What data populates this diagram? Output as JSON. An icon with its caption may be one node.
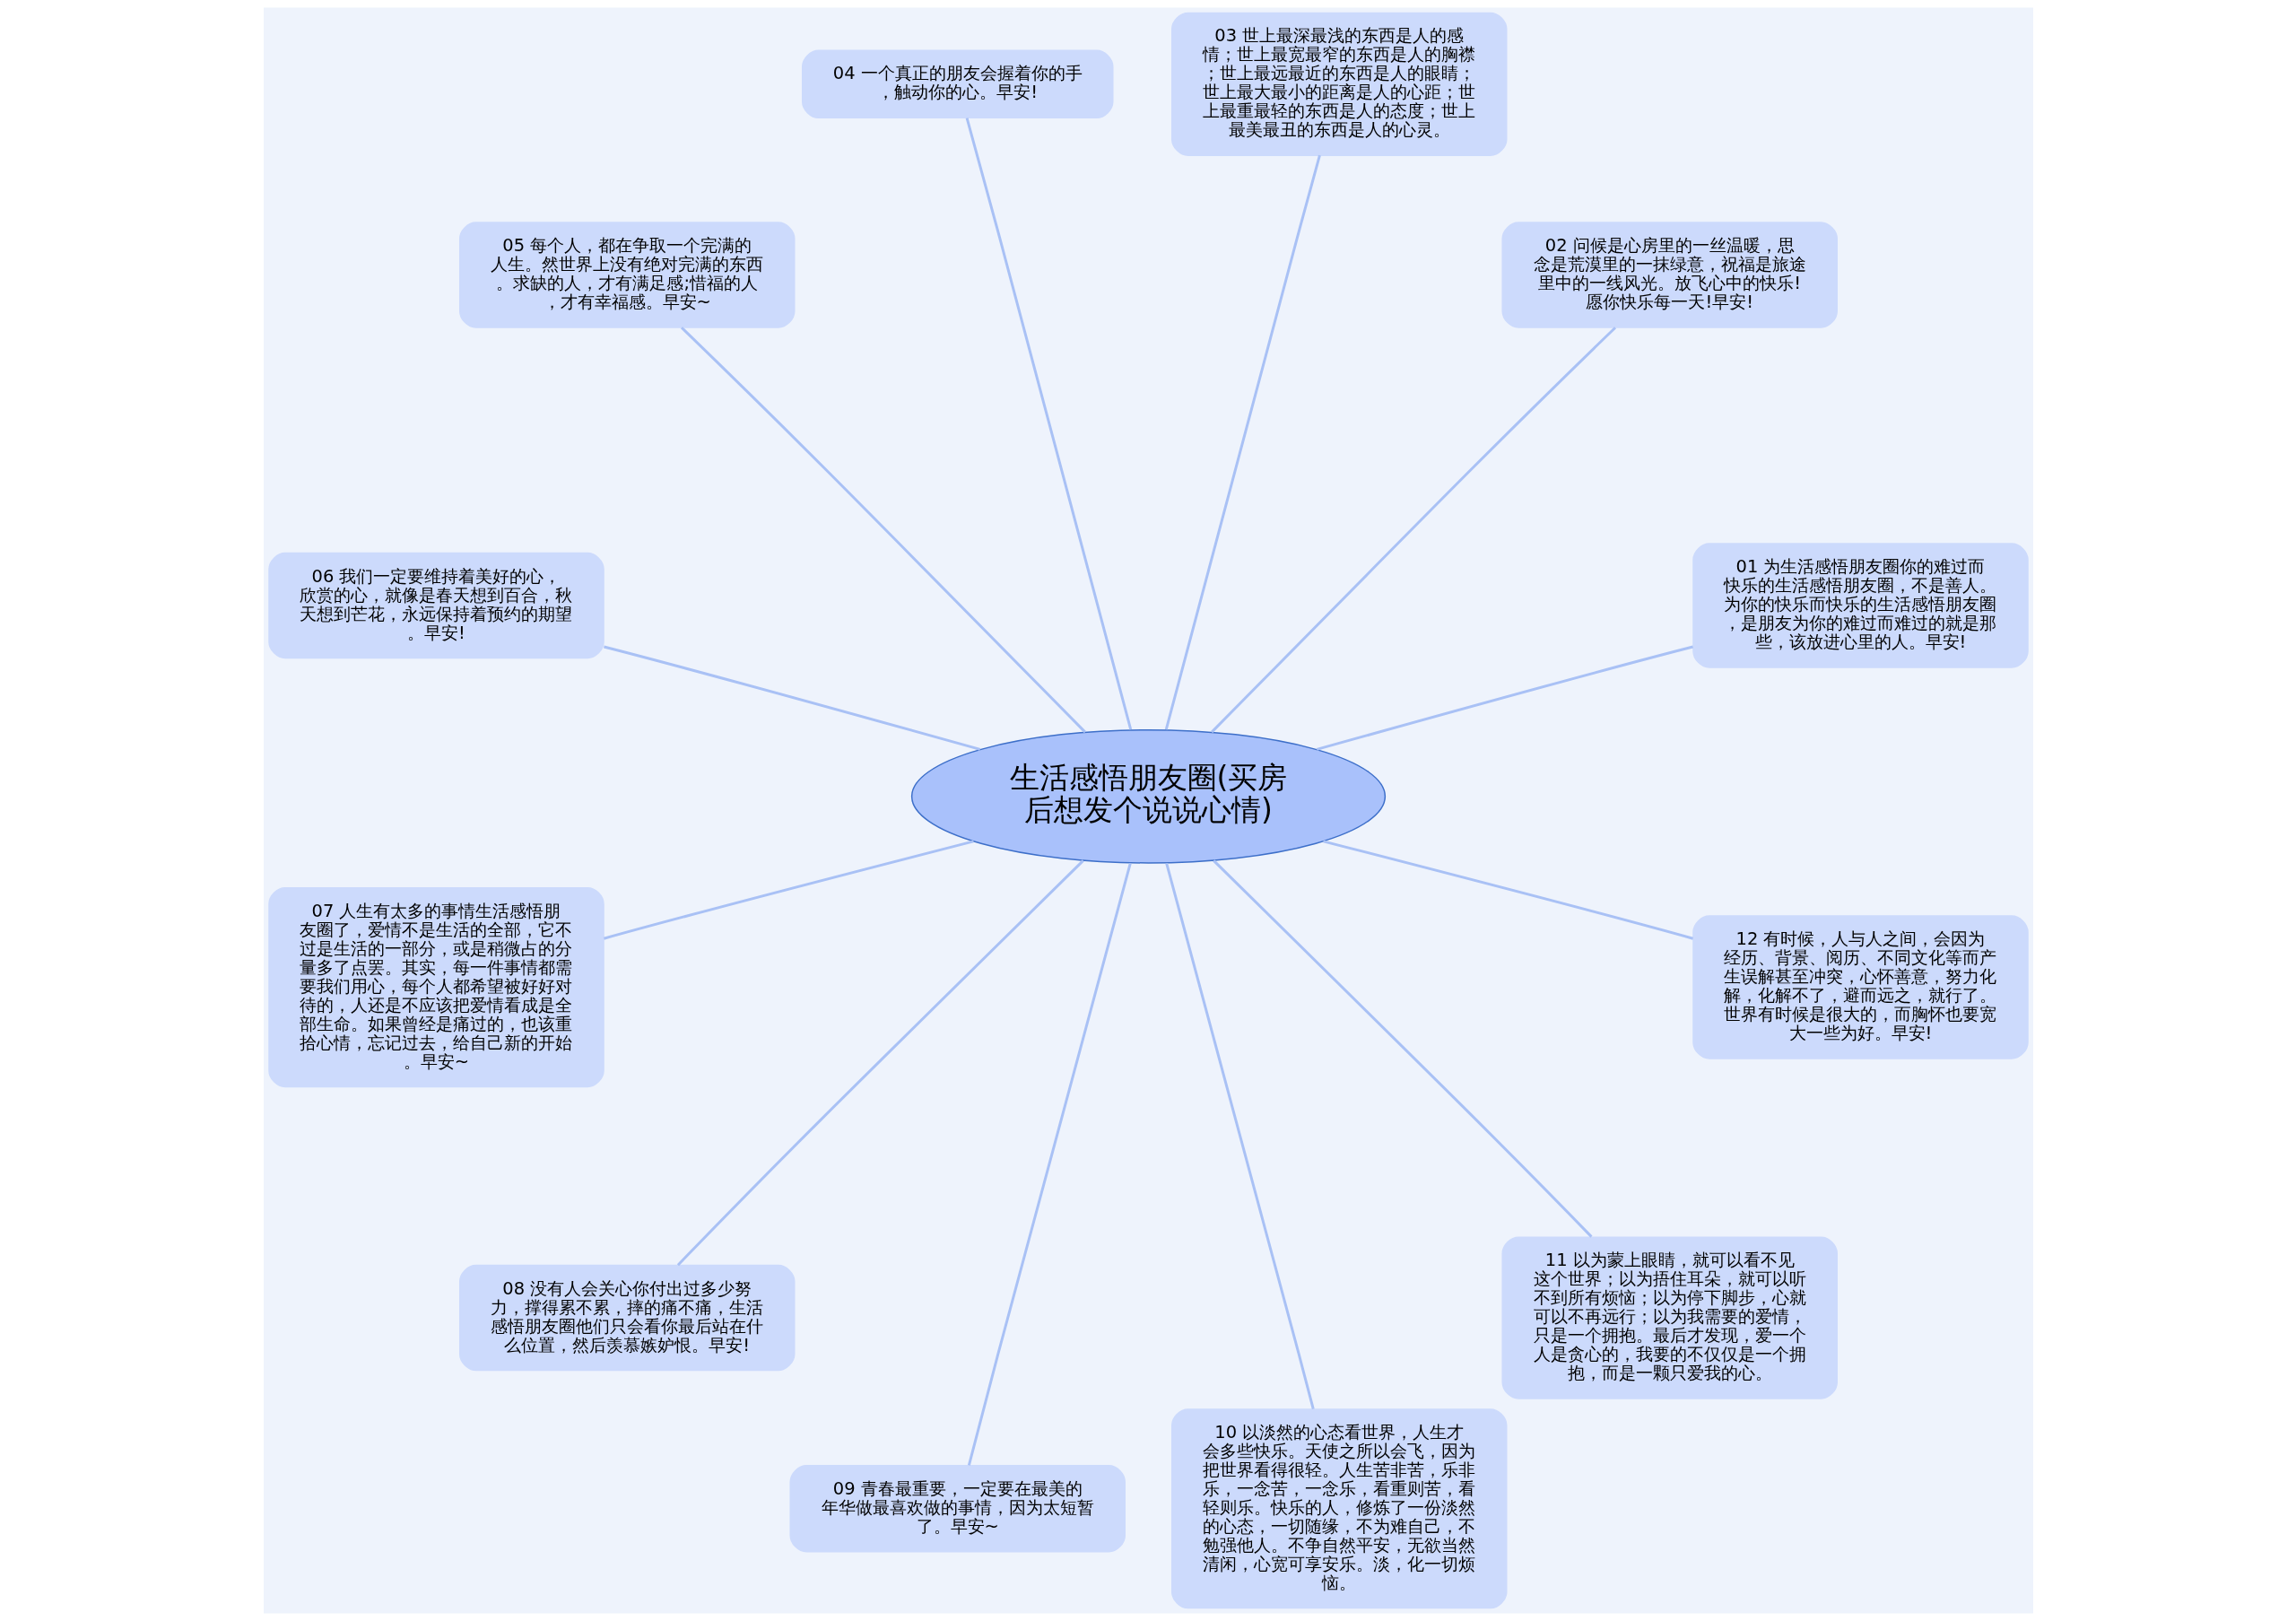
{
  "diagram": {
    "nodes": [
      {
        "text": [
          "生活感悟朋友圈(买房后想发个说说心情)"
        ]
      },
      {
        "text": [
          "01 为生活感悟朋友圈你的难过而快乐的生活感悟朋友圈，不是善人。为你的快乐而快乐的生活感悟朋友圈，是朋友为你的难过而难过的就是那些，该放进心里的人。早安!"
        ]
      },
      {
        "text": [
          "02 问候是心房里的一丝温暖，思念是荒漠里的一抹绿意，祝福是旅途里中的一线风光。放飞心中的快乐!愿你快乐每一天!早安!"
        ]
      },
      {
        "text": [
          "03 世上最深最浅的东西是人的感情；世上最宽最窄的东西是人的胸襟；世上最远最近的东西是人的眼睛；世上最大最小的距离是人的心距；世上最重最轻的东西是人的态度；世上最美最丑的东西是人的心灵。"
        ]
      },
      {
        "text": [
          "04 一个真正的朋友会握着你的手，触动你的心。早安!"
        ]
      },
      {
        "text": [
          "05 每个人，都在争取一个完满的人生。然世界上没有绝对完满的东西。求缺的人，才有满足感;惜福的人，才有幸福感。早安~"
        ]
      },
      {
        "text": [
          "06 我们一定要维持着美好的心，欣赏的心，就像是春天想到百合，秋天想到芒花，永远保持着预约的期望。早安!"
        ]
      },
      {
        "text": [
          "07 人生有太多的事情生活感悟朋友圈了，爱情不是生活的全部，它不过是生活的一部分，或是稍微占的分量多了点罢。其实，每一件事情都需要我们用心，每个人都希望被好好对待的，人还是不应该把爱情看成是全部生命。如果曾经是痛过的，也该重拾心情，忘记过去，给自己新的开始。早安~"
        ]
      },
      {
        "text": [
          "08 没有人会关心你付出过多少努力，撑得累不累，摔的痛不痛，生活感悟朋友圈他们只会看你最后站在什么位置，然后羡慕嫉妒恨。早安!"
        ]
      },
      {
        "text": [
          "09 青春最重要，一定要在最美的年华做最喜欢做的事情，因为太短暂了。早安~"
        ]
      },
      {
        "text": [
          "10 以淡然的心态看世界，人生才会多些快乐。天使之所以会飞，因为把世界看得很轻。人生苦非苦，乐非乐，一念苦，一念乐，看重则苦，看轻则乐。快乐的人，修炼了一份淡然的心态，一切随缘，不为难自己，不勉强他人。不争自然平安，无欲当然清闲，心宽可享安乐。淡，化一切烦恼。"
        ]
      },
      {
        "text": [
          "11 以为蒙上眼睛，就可以看不见这个世界；以为捂住耳朵，就可以听不到所有烦恼；以为停下脚步，心就可以不再远行；以为我需要的爱情，只是一个拥抱。最后才发现，爱一个人是贪心的，我要的不仅仅是一个拥抱，而是一颗只爱我的心。"
        ]
      },
      {
        "text": [
          "12 有时候，人与人之间，会因为经历、背景、阅历、不同文化等而产生误解甚至冲突，心怀善意，努力化解，化解不了，避而远之，就行了。世界有时候是很大的，而胸怀也要宽大一些为好。早安!"
        ]
      }
    ],
    "edges": [
      {
        "from": 0,
        "to": 1,
        "arrow": "none"
      },
      {
        "from": 0,
        "to": 2,
        "arrow": "none"
      },
      {
        "from": 0,
        "to": 3,
        "arrow": "none"
      },
      {
        "from": 0,
        "to": 4,
        "arrow": "none"
      },
      {
        "from": 0,
        "to": 5,
        "arrow": "none"
      },
      {
        "from": 0,
        "to": 6,
        "arrow": "none"
      },
      {
        "from": 0,
        "to": 7,
        "arrow": "none"
      },
      {
        "from": 0,
        "to": 8,
        "arrow": "none"
      },
      {
        "from": 0,
        "to": 9,
        "arrow": "none"
      },
      {
        "from": 0,
        "to": 10,
        "arrow": "none"
      },
      {
        "from": 0,
        "to": 11,
        "arrow": "none"
      },
      {
        "from": 0,
        "to": 12,
        "arrow": "none"
      }
    ]
  }
}
